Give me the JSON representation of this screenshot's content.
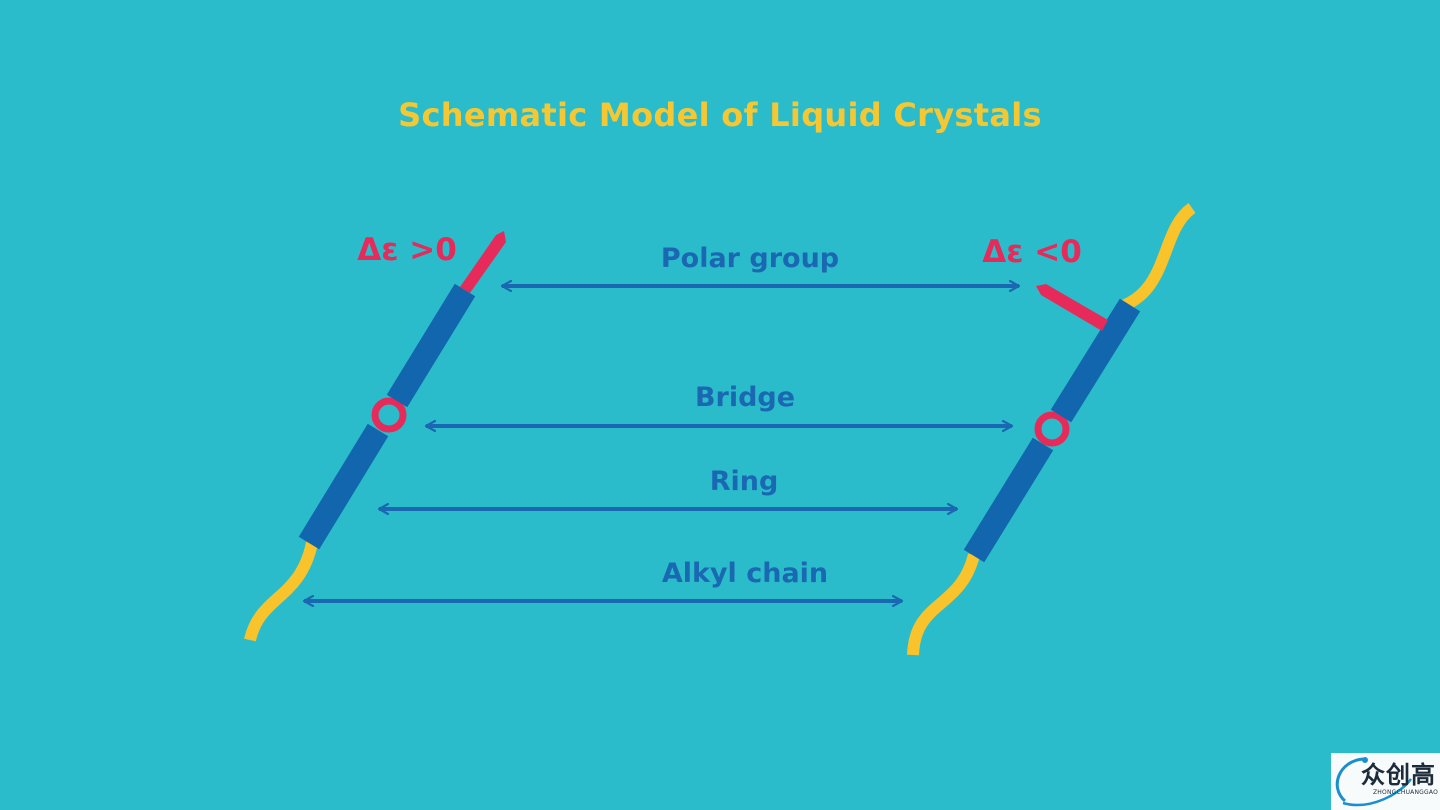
{
  "title": "Schematic Model of Liquid Crystals",
  "colors": {
    "background": "#2bbccc",
    "title": "#f5c833",
    "label": "#1b68b2",
    "arrow": "#1b68b2",
    "core": "#1166ad",
    "polar": "#e62a59",
    "chain": "#f9c32b"
  },
  "molecules": {
    "left": {
      "label": "Δε >0"
    },
    "right": {
      "label": "Δε <0"
    }
  },
  "arrows": [
    {
      "label": "Polar group"
    },
    {
      "label": "Bridge"
    },
    {
      "label": "Ring"
    },
    {
      "label": "Alkyl chain"
    }
  ],
  "logo": {
    "text": "众创高",
    "subtext": "ZHONGCHUANGGAO"
  }
}
